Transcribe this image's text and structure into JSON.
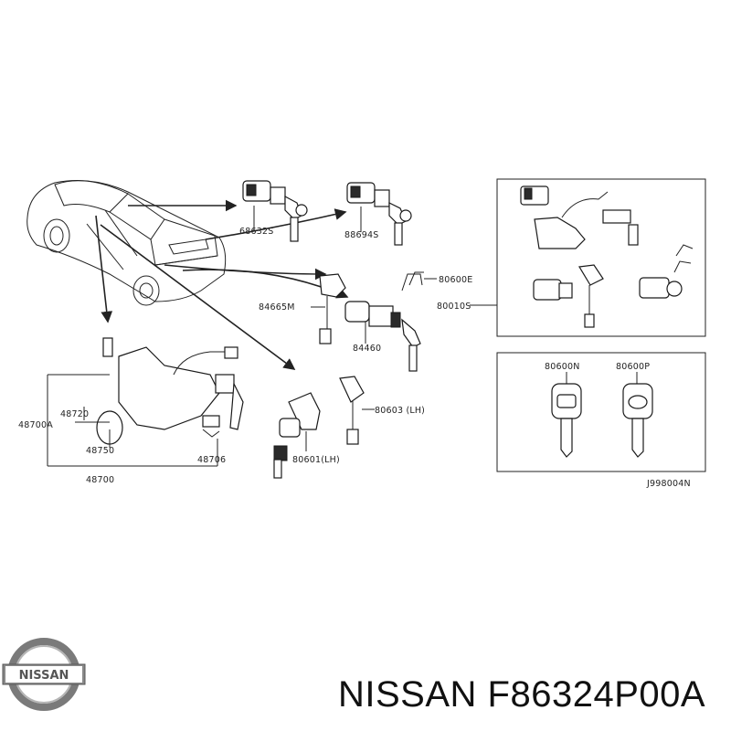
{
  "logo": {
    "text": "NISSAN"
  },
  "footer": {
    "title": "NISSAN F86324P00A"
  },
  "diagram": {
    "drawing_code": "J998004N",
    "labels": {
      "p68632S": "68632S",
      "p88694S": "88694S",
      "p80600E": "80600E",
      "p84665M": "84665M",
      "p80010S": "80010S",
      "p84460": "84460",
      "p48720": "48720",
      "p48700A": "48700A",
      "p48750": "48750",
      "p48706": "48706",
      "p48700": "48700",
      "p80603": "80603 (LH)",
      "p80601": "80601(LH)",
      "p80600N": "80600N",
      "p80600P": "80600P"
    }
  }
}
